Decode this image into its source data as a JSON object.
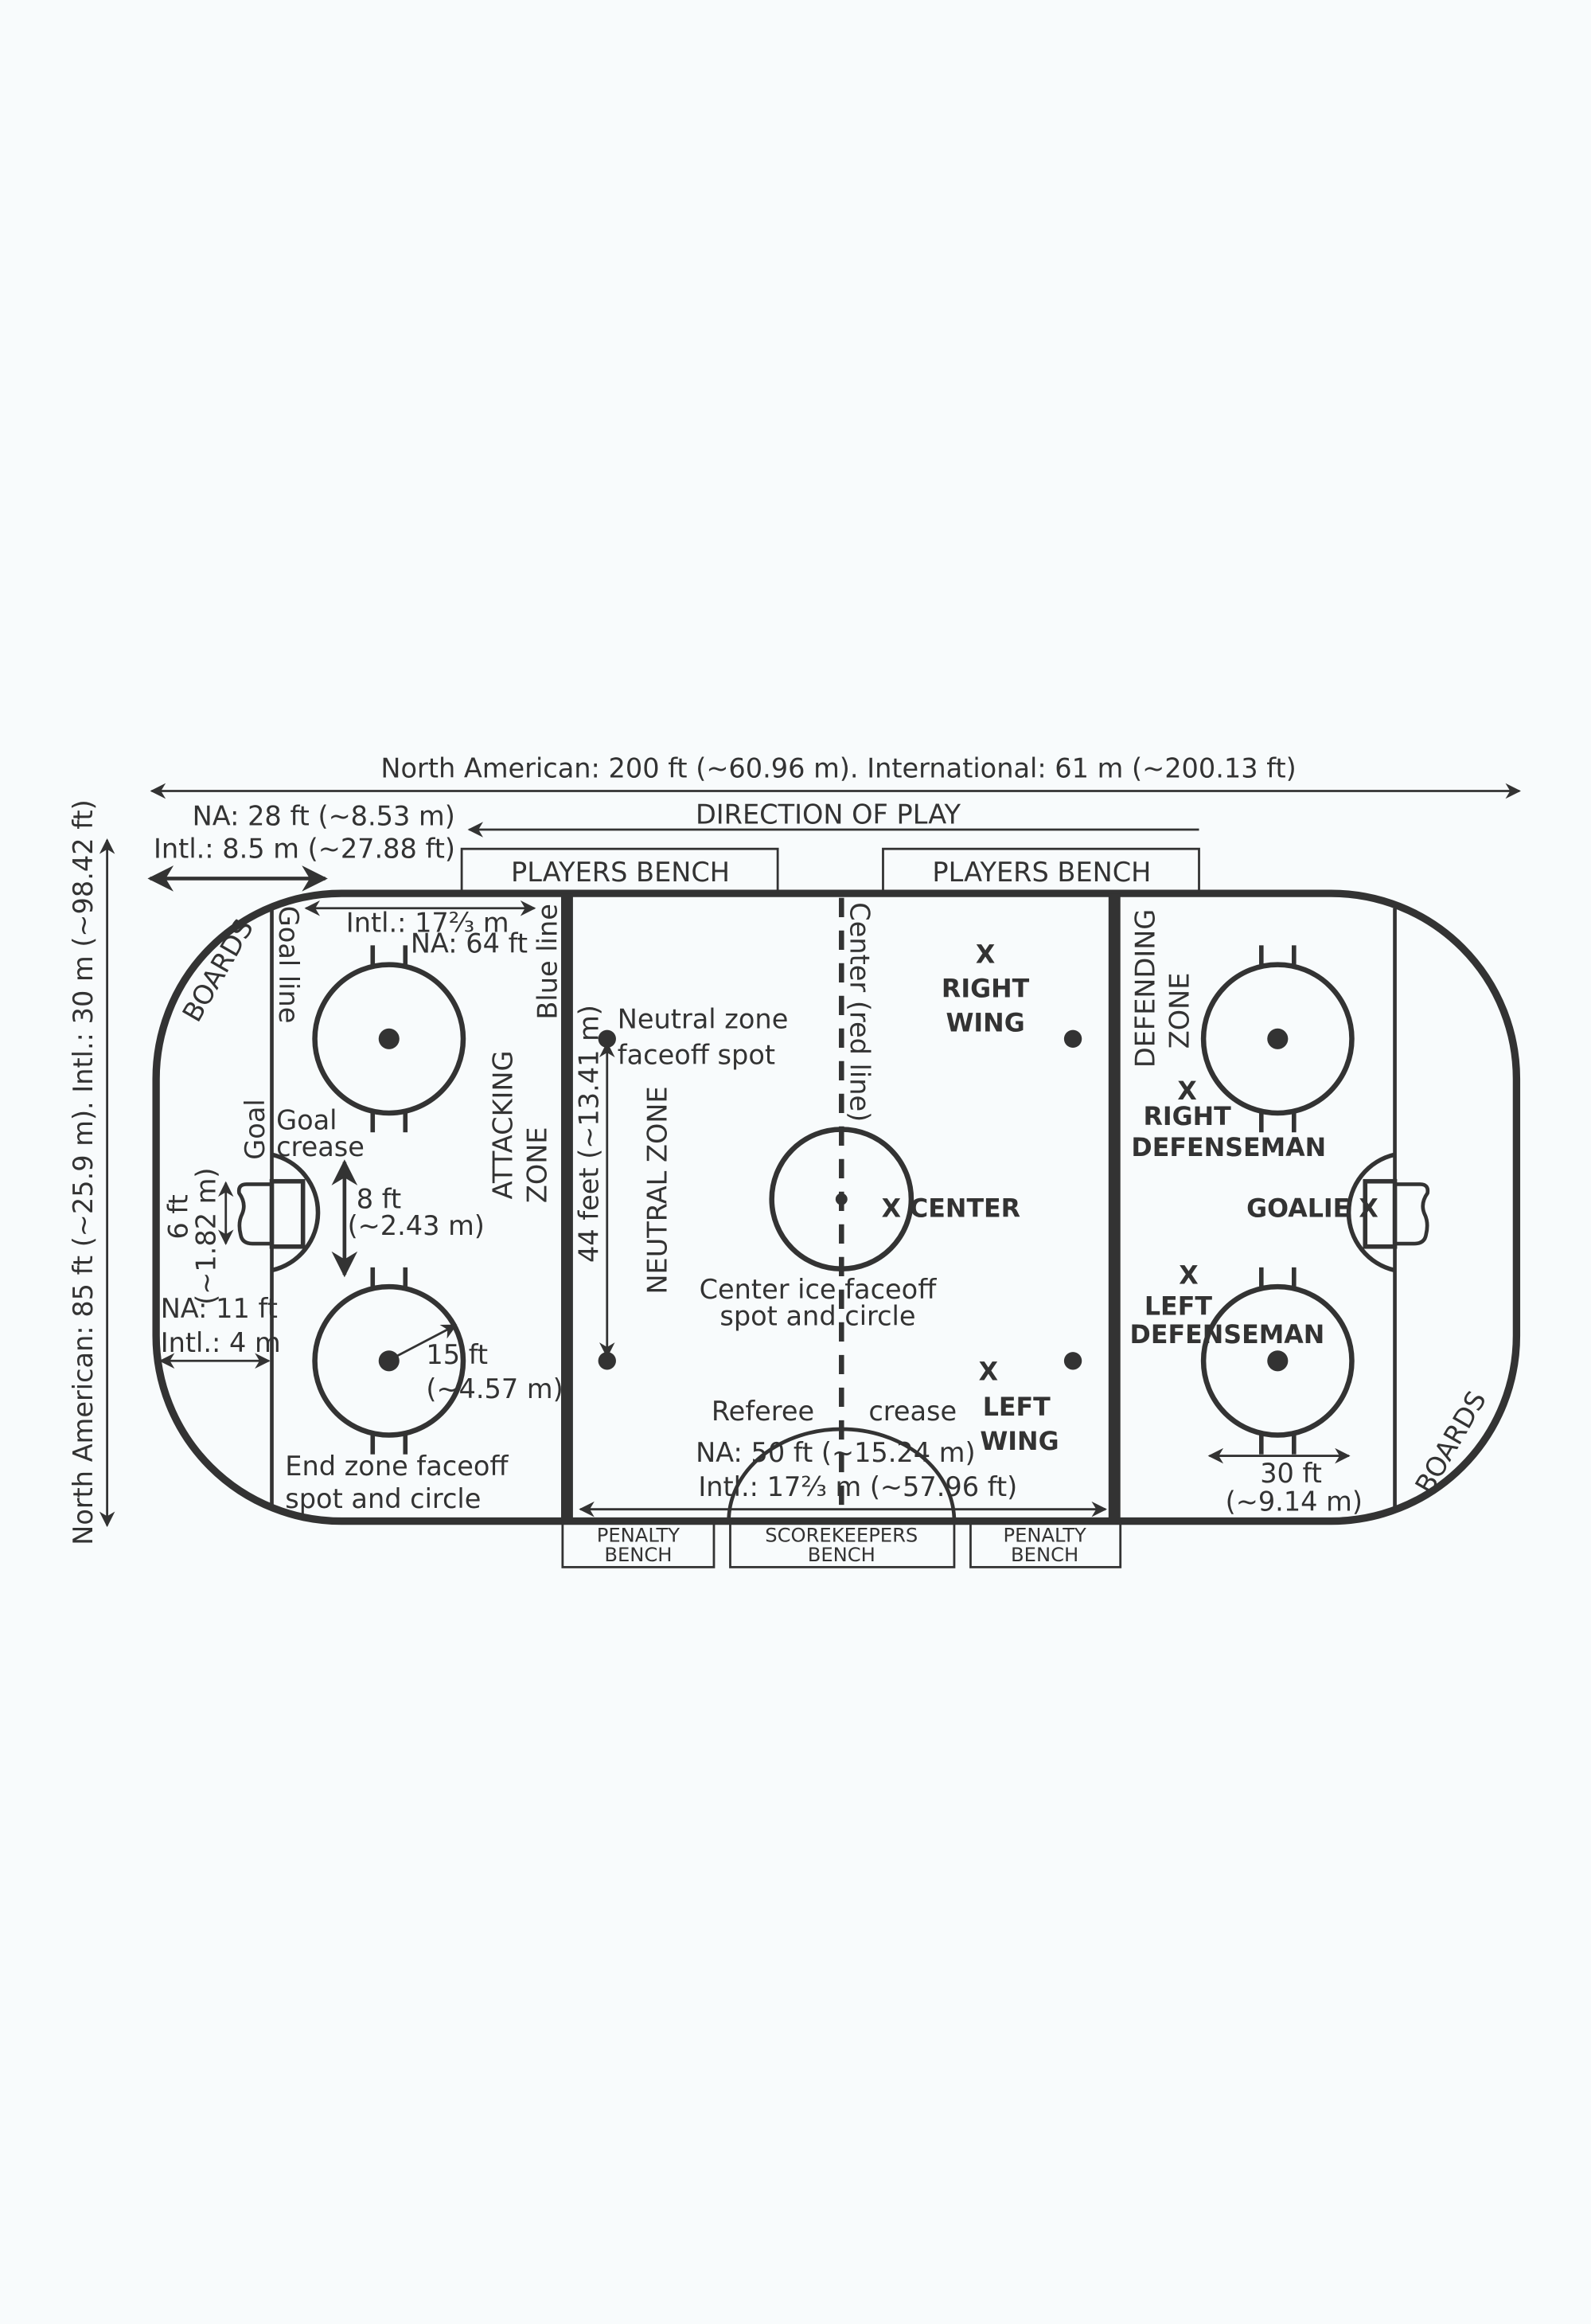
{
  "colors": {
    "ink": "#333333",
    "background": "#f8fbfc"
  },
  "dimensions": {
    "length": "North American: 200 ft (~60.96 m). International: 61 m (~200.13 ft)",
    "width": "North American: 85 ft (~25.9 m). Intl.: 30 m (~98.42 ft)",
    "corner_na": "NA: 28 ft (~8.53 m)",
    "corner_intl": "Intl.: 8.5 m (~27.88 ft)",
    "zone_intl": "Intl.: 17⅔ m",
    "zone_na": "NA: 64 ft",
    "goal_na": "NA: 11 ft",
    "goal_intl": "Intl.: 4 m",
    "net_ft": "6 ft",
    "net_m": "(~1.82 m)",
    "crease_ft": "8 ft",
    "crease_m": "(~2.43 m)",
    "radius_ft": "15 ft",
    "radius_m": "(~4.57 m)",
    "spots": "44 feet (~13.41 m)",
    "neutral_na": "NA: 50 ft (~15.24 m)",
    "neutral_intl": "Intl.: 17⅔ m (~57.96 ft)",
    "circle_ft": "30 ft",
    "circle_m": "(~9.14 m)"
  },
  "labels": {
    "direction": "DIRECTION OF PLAY",
    "players_bench": "PLAYERS BENCH",
    "penalty_bench_1": "PENALTY",
    "penalty_bench_2": "BENCH",
    "scorekeepers_1": "SCOREKEEPERS",
    "scorekeepers_2": "BENCH",
    "boards": "BOARDS",
    "goal_line": "Goal line",
    "blue_line": "Blue line",
    "goal": "Goal",
    "goal_crease_1": "Goal",
    "goal_crease_2": "crease",
    "attacking_1": "ATTACKING",
    "attacking_2": "ZONE",
    "neutral_zone": "NEUTRAL ZONE",
    "nz_spot_1": "Neutral zone",
    "nz_spot_2": "faceoff spot",
    "center_line": "Center (red line)",
    "center_spot_1": "Center ice faceoff",
    "center_spot_2": "spot and circle",
    "end_zone_1": "End zone faceoff",
    "end_zone_2": "spot and circle",
    "referee": "Referee",
    "crease": "crease",
    "defending_1": "DEFENDING",
    "defending_2": "ZONE"
  },
  "positions": {
    "x": "X",
    "right_wing_1": "RIGHT",
    "right_wing_2": "WING",
    "center": "X CENTER",
    "left_wing_1": "LEFT",
    "left_wing_2": "WING",
    "right_d_1": "RIGHT",
    "right_d_2": "DEFENSEMAN",
    "goalie": "GOALIE X",
    "left_d_1": "LEFT",
    "left_d_2": "DEFENSEMAN"
  }
}
